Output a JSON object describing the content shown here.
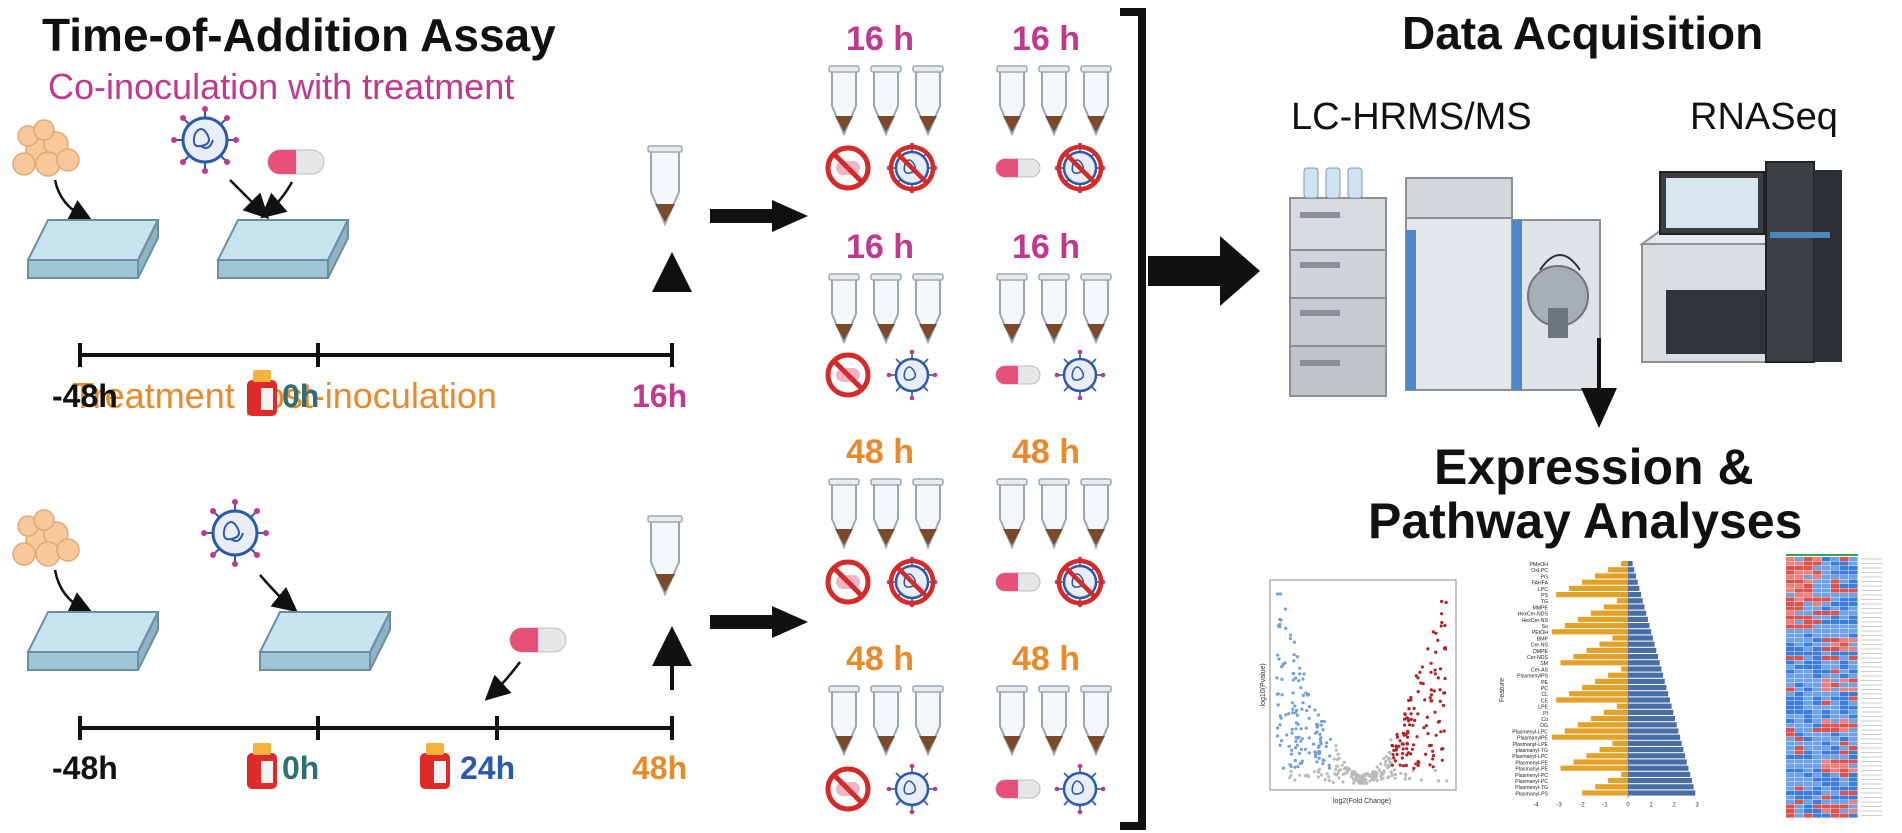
{
  "title": "Time-of-Addition Assay",
  "coinoculation": {
    "subtitle": "Co-inoculation with treatment",
    "t1": "-48h",
    "t2": "0h",
    "t3": "16h"
  },
  "postinoculation": {
    "subtitle": "Treatment post-inoculation",
    "t1": "-48h",
    "t2": "0h",
    "t3": "24h",
    "t4": "48h"
  },
  "groups": [
    {
      "time_left": "16 h",
      "time_right": "16 h"
    },
    {
      "time_left": "16 h",
      "time_right": "16 h"
    },
    {
      "time_left": "48 h",
      "time_right": "48 h"
    },
    {
      "time_left": "48 h",
      "time_right": "48 h"
    }
  ],
  "acquisition": {
    "title": "Data Acquisition",
    "lcms": "LC-HRMS/MS",
    "rnaseq": "RNASeq"
  },
  "analysis": {
    "title_line1": "Expression &",
    "title_line2": "Pathway Analyses"
  },
  "volcano": {
    "xlabel": "log2(Fold Change)",
    "ylabel": "-log10(Pvalue)"
  },
  "barplot": {
    "ylabel": "Feature",
    "features": [
      "PMeOH",
      "OxLPC",
      "PG",
      "FAHFA",
      "LPC",
      "PS",
      "TG",
      "MMPE",
      "HexCer-NDS",
      "HexCer-NS",
      "So",
      "PEtOH",
      "BMP",
      "Cer-NS",
      "DMPE",
      "Cer-NDS",
      "SM",
      "Cer-AS",
      "PlasmenylPS",
      "PE",
      "PC",
      "CL",
      "CE",
      "LPE",
      "PI",
      "Co",
      "DG",
      "Plasmenyl-LPC",
      "PlasmanylPE",
      "Plasmanyl-LPE",
      "plasmanyl-TG",
      "Plasmanyl-LPC",
      "Plasmenyl-PE",
      "Plasmanyl-PE",
      "Plasmenyl-PC",
      "Plasmanyl-PC",
      "Plasmenyl-TG",
      "Plasmanyl-PS"
    ],
    "xticks": [
      "-4",
      "-3",
      "-2",
      "-1",
      "0",
      "1",
      "2",
      "3"
    ]
  },
  "colors": {
    "magenta": "#c0388f",
    "orange": "#e8892a",
    "teal": "#2f6f73",
    "blue": "#2d5aa8",
    "dark": "#111111"
  }
}
